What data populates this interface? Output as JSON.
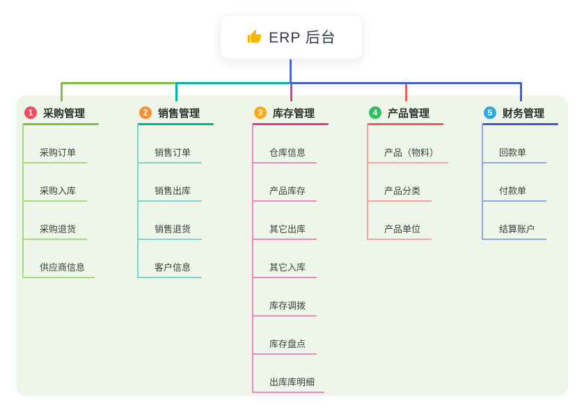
{
  "root": {
    "label": "ERP 后台",
    "icon": "thumbs-up-icon",
    "icon_color": "#f7b500",
    "connector_color": "#4c66d9"
  },
  "panel": {
    "background": "#edf6e8"
  },
  "branches": [
    {
      "number": "1",
      "title": "采购管理",
      "badge_color": "#f5495f",
      "line_color": "#7fbe3e",
      "light_color": "#abd77e",
      "children": [
        "采购订单",
        "采购入库",
        "采购退货",
        "供应商信息"
      ]
    },
    {
      "number": "2",
      "title": "销售管理",
      "badge_color": "#fb8d35",
      "line_color": "#00b3a4",
      "light_color": "#7cd3c6",
      "children": [
        "销售订单",
        "销售出库",
        "销售退货",
        "客户信息"
      ]
    },
    {
      "number": "3",
      "title": "库存管理",
      "badge_color": "#fba918",
      "line_color": "#e1398f",
      "light_color": "#ee85be",
      "children": [
        "仓库信息",
        "产品库存",
        "其它出库",
        "其它入库",
        "库存调拨",
        "库存盘点",
        "出库库明细"
      ]
    },
    {
      "number": "4",
      "title": "产品管理",
      "badge_color": "#2fbe62",
      "line_color": "#f25b5b",
      "light_color": "#f7a0a0",
      "children": [
        "产品（物料）",
        "产品分类",
        "产品单位"
      ]
    },
    {
      "number": "5",
      "title": "财务管理",
      "badge_color": "#28a9e0",
      "line_color": "#3d5ecc",
      "light_color": "#93a8e0",
      "children": [
        "回款单",
        "付款单",
        "结算账户"
      ]
    }
  ]
}
